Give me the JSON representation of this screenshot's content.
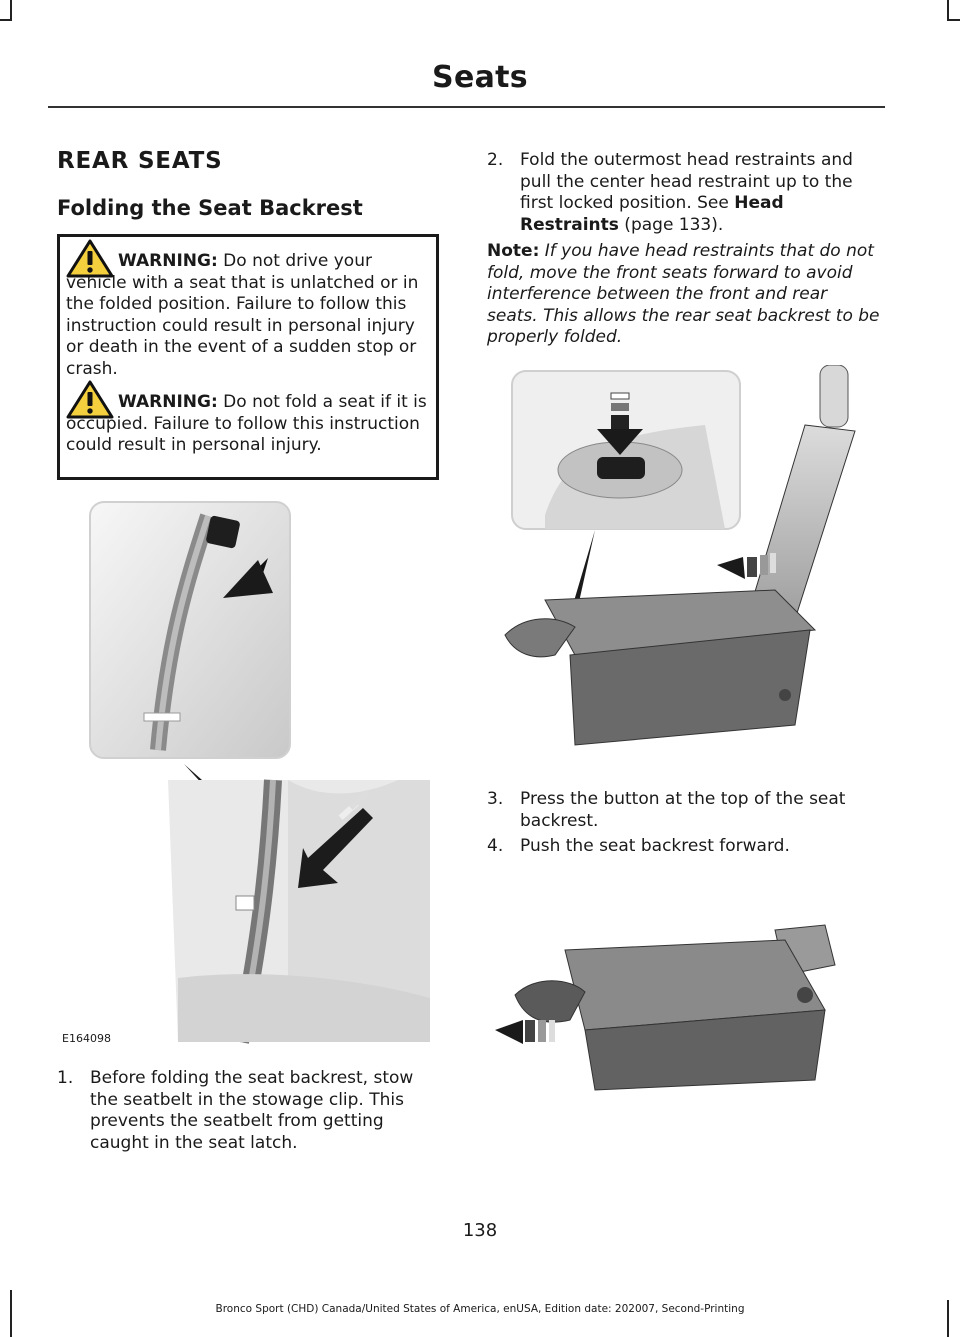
{
  "header": {
    "title": "Seats"
  },
  "section": {
    "title": "REAR SEATS",
    "subtitle": "Folding the Seat Backrest"
  },
  "warnings": [
    {
      "label": "WARNING:",
      "text": " Do not drive your vehicle with a seat that is unlatched or in the folded position. Failure to follow this instruction could result in personal injury or death in the event of a sudden stop or crash."
    },
    {
      "label": "WARNING:",
      "text": " Do not fold a seat if it is occupied. Failure to follow this instruction could result in personal injury."
    }
  ],
  "figure_code": "E164098",
  "steps": {
    "s1": {
      "num": "1.",
      "text": "Before folding the seat backrest, stow the seatbelt in the stowage clip. This prevents the seatbelt from getting caught in the seat latch."
    },
    "s2": {
      "num": "2.",
      "text_before": "Fold the outermost head restraints and pull the center head restraint up to the first locked position.  See ",
      "link": "Head Restraints",
      "text_after": " (page 133)."
    },
    "s3": {
      "num": "3.",
      "text": "Press the button at the top of the seat backrest."
    },
    "s4": {
      "num": "4.",
      "text": "Push the seat backrest forward."
    }
  },
  "note": {
    "label": "Note:",
    "text": " If you have head restraints that do not fold, move the front seats forward to avoid interference between the front and rear seats. This allows the rear seat backrest to be properly folded."
  },
  "page_number": "138",
  "footer": "Bronco Sport (CHD) Canada/United States of America, enUSA, Edition date: 202007, Second-Printing"
}
